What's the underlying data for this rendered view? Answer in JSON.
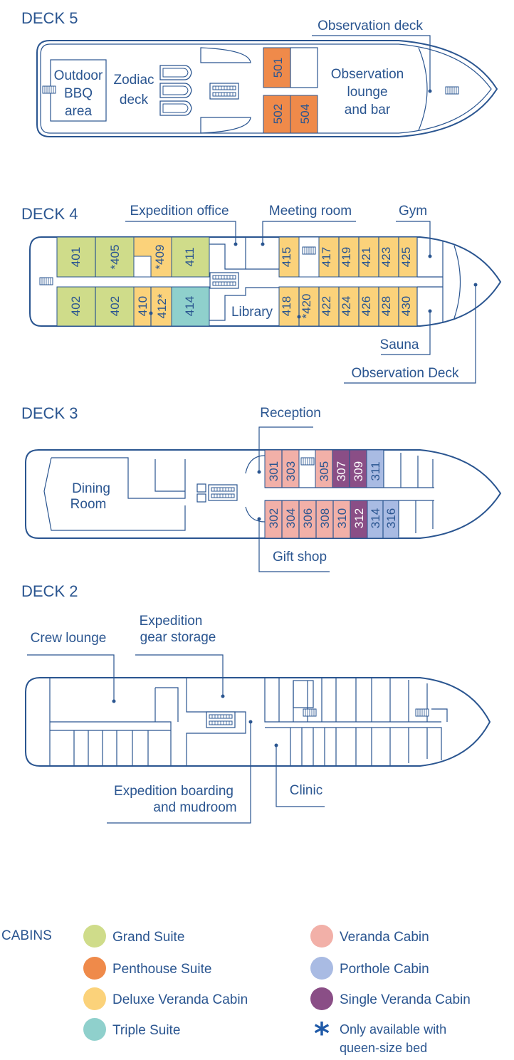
{
  "decks": {
    "deck5": {
      "title": "DECK 5",
      "outdoor_bbq": [
        "Outdoor",
        "BBQ",
        "area"
      ],
      "zodiac": [
        "Zodiac",
        "deck"
      ],
      "obs_lounge": [
        "Observation",
        "lounge",
        "and bar"
      ],
      "obs_deck": "Observation deck",
      "cabins": [
        "501",
        "502",
        "504"
      ]
    },
    "deck4": {
      "title": "DECK 4",
      "expedition_office": "Expedition office",
      "meeting_room": "Meeting room",
      "gym": "Gym",
      "library": "Library",
      "sauna": "Sauna",
      "obs_deck": "Observation Deck",
      "cabins_top": [
        "401",
        "*405",
        "*409",
        "411",
        "415",
        "417",
        "419",
        "421",
        "423",
        "425"
      ],
      "cabins_bottom": [
        "402",
        "402",
        "410",
        "412*",
        "414",
        "418",
        "*420",
        "422",
        "424",
        "426",
        "428",
        "430"
      ]
    },
    "deck3": {
      "title": "DECK 3",
      "reception": "Reception",
      "dining": [
        "Dining",
        "Room"
      ],
      "gift_shop": "Gift shop",
      "cabins_top": [
        "301",
        "303",
        "305",
        "307",
        "309",
        "311"
      ],
      "cabins_bottom": [
        "302",
        "304",
        "306",
        "308",
        "310",
        "312",
        "314",
        "316"
      ]
    },
    "deck2": {
      "title": "DECK 2",
      "crew_lounge": "Crew lounge",
      "gear_storage": [
        "Expedition",
        "gear storage"
      ],
      "boarding": [
        "Expedition boarding",
        "and mudroom"
      ],
      "clinic": "Clinic"
    }
  },
  "legend": {
    "title": "CABINS",
    "items": [
      {
        "label": "Grand Suite",
        "color": "#cfdc8a"
      },
      {
        "label": "Penthouse Suite",
        "color": "#ef8a4a"
      },
      {
        "label": "Deluxe Veranda Cabin",
        "color": "#fbd27a"
      },
      {
        "label": "Triple Suite",
        "color": "#8fd0cc"
      },
      {
        "label": "Veranda Cabin",
        "color": "#f2b0a8"
      },
      {
        "label": "Porthole Cabin",
        "color": "#a9bbe3"
      },
      {
        "label": "Single Veranda Cabin",
        "color": "#8a4e86"
      }
    ],
    "note": [
      "Only available with",
      "queen-size bed"
    ]
  },
  "colors": {
    "line": "#2a5590",
    "grand": "#cfdc8a",
    "penthouse": "#ef8a4a",
    "deluxe": "#fbd27a",
    "triple": "#8fd0cc",
    "veranda": "#f2b0a8",
    "porthole": "#a9bbe3",
    "single": "#8a4e86"
  }
}
